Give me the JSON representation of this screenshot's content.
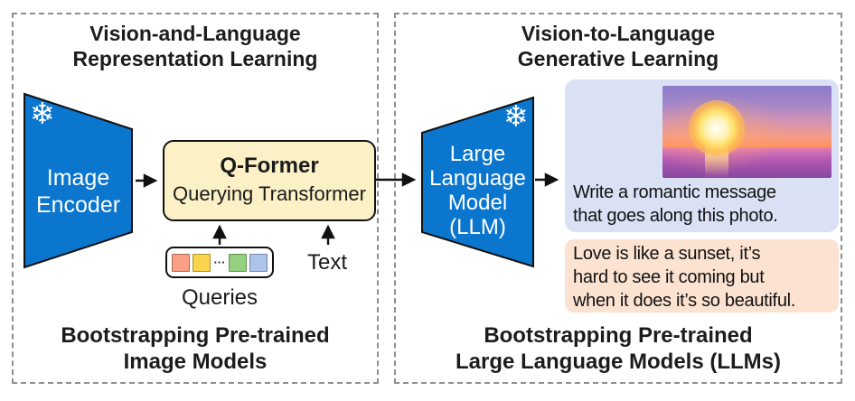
{
  "colors": {
    "blue": "#0a76cd",
    "qformer_bg": "#fbf0c6",
    "prompt_bg": "#dae1f5",
    "response_bg": "#fce3d1",
    "dash": "#8f8f8f",
    "query1": "#fa9f85",
    "query2": "#fbd44d",
    "query3": "#93d07f",
    "query4": "#adc3ea"
  },
  "icons": {
    "snowflake_glyph": "❄",
    "ellipsis_glyph": "···"
  },
  "left_panel": {
    "title_line1": "Vision-and-Language",
    "title_line2": "Representation Learning",
    "image_encoder": {
      "line1": "Image",
      "line2": "Encoder"
    },
    "qformer": {
      "title": "Q-Former",
      "subtitle": "Querying Transformer"
    },
    "queries_label": "Queries",
    "text_label": "Text",
    "caption_line1": "Bootstrapping Pre-trained",
    "caption_line2": "Image Models"
  },
  "right_panel": {
    "title_line1": "Vision-to-Language",
    "title_line2": "Generative Learning",
    "llm": {
      "line1": "Large",
      "line2": "Language",
      "line3": "Model",
      "line4": "(LLM)"
    },
    "prompt": {
      "line1": "Write a romantic message",
      "line2": "that goes along this photo."
    },
    "response": {
      "line1": "Love is like a sunset, it’s",
      "line2": "hard to see it coming but",
      "line3": "when it does it’s so beautiful."
    },
    "caption_line1": "Bootstrapping Pre-trained",
    "caption_line2": "Large Language Models (LLMs)"
  }
}
